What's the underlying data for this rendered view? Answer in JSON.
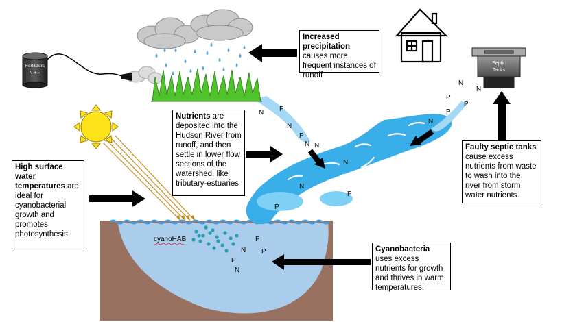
{
  "fertilizer_can": {
    "line1": "Fertilizers",
    "line2": "N + P"
  },
  "septic_tank": {
    "line1": "Septic",
    "line2": "Tanks"
  },
  "lake_label": "cyanoHAB",
  "nutrient_symbols": {
    "nitrogen": "N",
    "phosphorus": "P"
  },
  "boxes": {
    "precipitation": {
      "bold": "Increased precipitation",
      "text": " causes more frequent instances of  runoff"
    },
    "nutrients": {
      "bold": "Nutrients",
      "text": " are deposited into the Hudson River from runoff, and then settle in lower flow sections of the watershed, like tributary-estuaries"
    },
    "septic": {
      "bold": "Faulty septic tanks",
      "text": " cause excess nutrients from waste to wash into the river from storm water nutrients."
    },
    "temperature": {
      "bold": "High surface water temperatures",
      "text": " are ideal for cyanobacterial growth and promotes photosynthesis"
    },
    "cyanobacteria": {
      "bold": "Cyanobacteria",
      "text": " uses excess nutrients for growth and thrives in warm temperatures."
    }
  },
  "colors": {
    "river": "#3aaee8",
    "lake": "#a9cdea",
    "soil": "#987160",
    "sun": "#ffe31a",
    "grass": "#4fc22c",
    "cloud": "#c9c9c9",
    "rain": "#5aa7d3",
    "algae": "#2a9bb0",
    "sun_rays": "#cd8a1a"
  }
}
